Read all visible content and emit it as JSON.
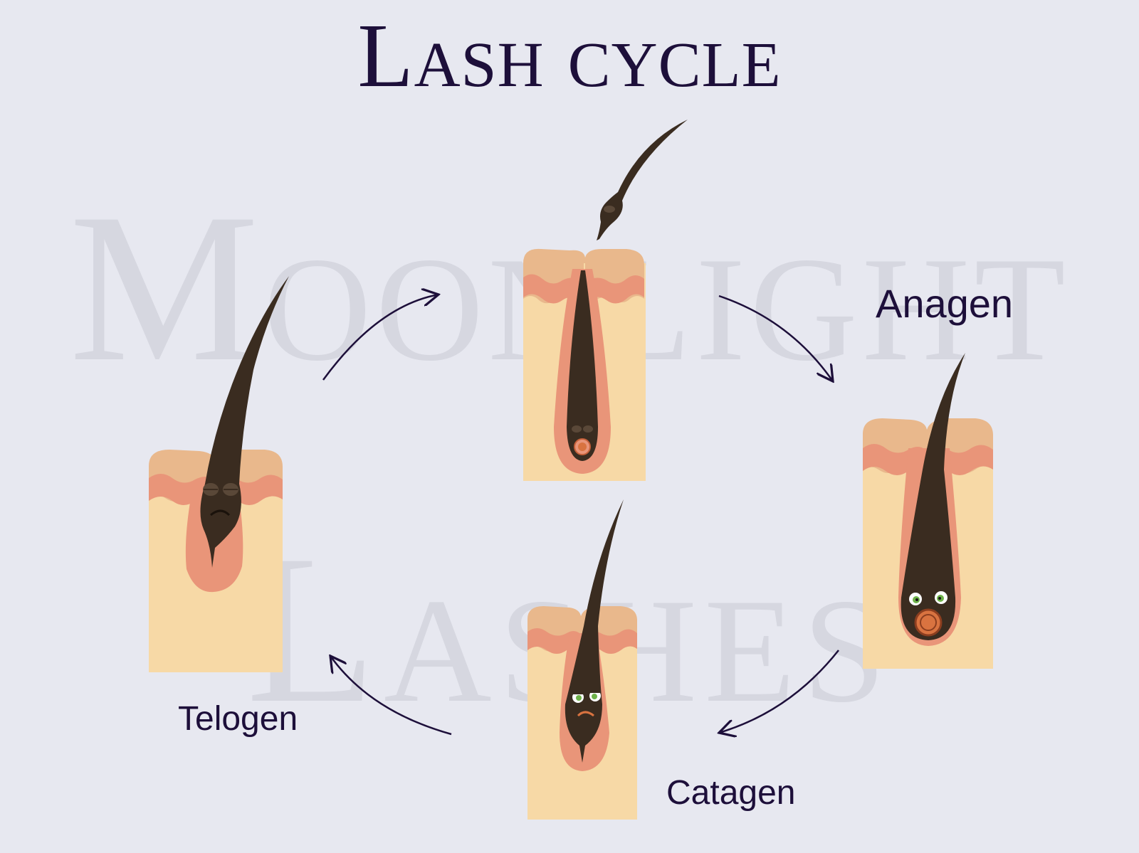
{
  "title": "Lash cycle",
  "watermark": {
    "line1": "Moonlight",
    "line2": "Lashes"
  },
  "phases": {
    "anagen": "Anagen",
    "catagen": "Catagen",
    "telogen": "Telogen"
  },
  "colors": {
    "background": "#e7e8f0",
    "title": "#1d0f3a",
    "skin": "#f7d9a6",
    "skin_top": "#e9b88c",
    "tissue": "#e99579",
    "hair": "#3a2c20",
    "arrow": "#1d0f3a"
  }
}
